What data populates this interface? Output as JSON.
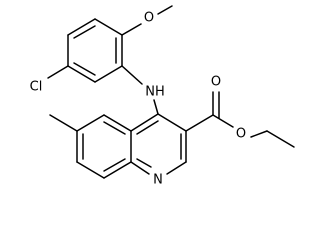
{
  "molecule": {
    "atom_labels": {
      "methoxy_o": "O",
      "chlorine": "Cl",
      "amine": "NH",
      "carbonyl_o": "O",
      "ester_o": "O",
      "ring_n": "N"
    }
  }
}
